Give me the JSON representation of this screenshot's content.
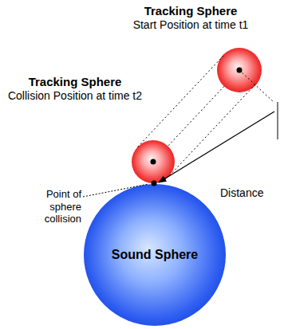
{
  "diagram": {
    "nodes": [
      {
        "text": [
          "Tracking Sphere",
          "Start Position at time t1"
        ]
      },
      {
        "text": [
          "Tracking Sphere",
          "Collision Position at time t2"
        ]
      },
      {
        "text": [
          "Sound Sphere"
        ]
      }
    ],
    "edges": [
      {
        "from": 0,
        "to": 1,
        "arrow": "none"
      }
    ],
    "labels": [
      "Point of sphere collision",
      "Distance"
    ]
  }
}
